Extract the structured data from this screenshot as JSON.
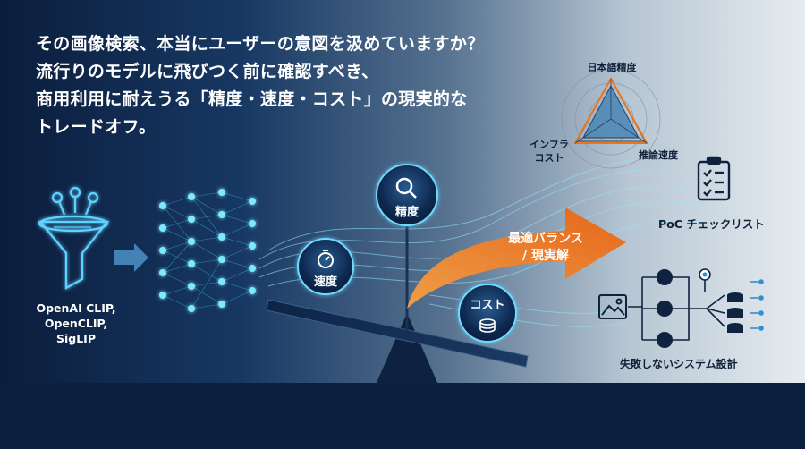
{
  "headline": {
    "lines": [
      "その画像検索、本当にユーザーの意図を汲めていますか？",
      "流行りのモデルに飛びつく前に確認すべき、",
      "商用利用に耐えうる「精度・速度・コスト」の現実的な",
      "トレードオフ。"
    ]
  },
  "models": {
    "line1": "OpenAI CLIP,",
    "line2": "OpenCLIP,",
    "line3": "SigLIP"
  },
  "metrics": {
    "precision": "精度",
    "speed": "速度",
    "cost": "コスト"
  },
  "balance": {
    "line1": "最適バランス",
    "line2": "/ 現実解"
  },
  "radar": {
    "top": "日本語精度",
    "right": "推論速度",
    "left_line1": "インフラ",
    "left_line2": "コスト"
  },
  "checklist": {
    "label": "PoC チェックリスト"
  },
  "system": {
    "label": "失敗しないシステム設計"
  },
  "colors": {
    "navy": "#0d1f40",
    "accent_orange": "#f07a1a",
    "glow_cyan": "#4fd8ff",
    "radar_fill": "#4a86b5"
  },
  "icons": [
    "funnel-icon",
    "arrow-right-icon",
    "neural-network-icon",
    "magnifier-icon",
    "stopwatch-icon",
    "coins-icon",
    "radar-chart-icon",
    "clipboard-checklist-icon",
    "image-icon",
    "database-icon"
  ]
}
